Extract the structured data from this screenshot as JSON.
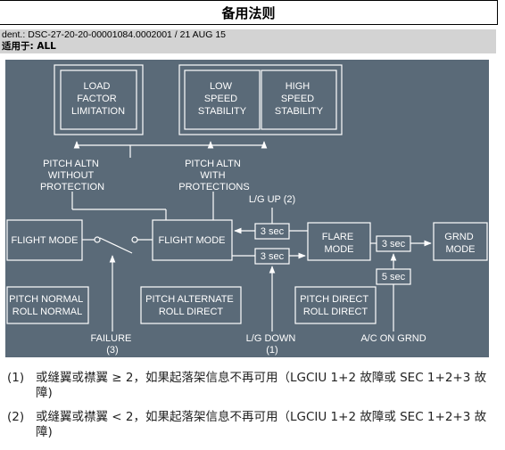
{
  "header": {
    "title": "备用法则"
  },
  "meta": {
    "ident": "dent.: DSC-27-20-20-00001084.0002001 / 21 AUG 15",
    "applicable": "适用于: ALL"
  },
  "diagram": {
    "colors": {
      "background": "#5a6a78",
      "line": "#ffffff"
    },
    "box_load": [
      "LOAD",
      "FACTOR",
      "LIMITATION"
    ],
    "box_low": [
      "LOW",
      "SPEED",
      "STABILITY"
    ],
    "box_high": [
      "HIGH",
      "SPEED",
      "STABILITY"
    ],
    "label_without": [
      "PITCH ALTN",
      "WITHOUT",
      "PROTECTION"
    ],
    "label_with": [
      "PITCH ALTN",
      "WITH",
      "PROTECTIONS"
    ],
    "lg_up": "L/G UP (2)",
    "flight_mode_left": "FLIGHT MODE",
    "flight_mode_mid": "FLIGHT MODE",
    "flare_mode": [
      "FLARE",
      "MODE"
    ],
    "grnd_mode": [
      "GRND",
      "MODE"
    ],
    "sec_top": "3 sec",
    "sec_bottom": "3 sec",
    "sec_right": "3 sec",
    "sec_five": "5 sec",
    "law_normal": [
      "PITCH NORMAL",
      "ROLL NORMAL"
    ],
    "law_alternate": [
      "PITCH ALTERNATE",
      "ROLL DIRECT"
    ],
    "law_direct": [
      "PITCH DIRECT",
      "ROLL DIRECT"
    ],
    "failure": [
      "FAILURE",
      "(3)"
    ],
    "lg_down": [
      "L/G DOWN",
      "(1)"
    ],
    "ac_on_grnd": "A/C ON GRND"
  },
  "notes": [
    {
      "num": "(1)",
      "text": "或缝翼或襟翼 ≥ 2，如果起落架信息不再可用（LGCIU 1+2 故障或 SEC 1+2+3 故障)"
    },
    {
      "num": "(2)",
      "text": "或缝翼或襟翼 < 2，如果起落架信息不再可用（LGCIU 1+2 故障或 SEC 1+2+3 故障)"
    }
  ]
}
